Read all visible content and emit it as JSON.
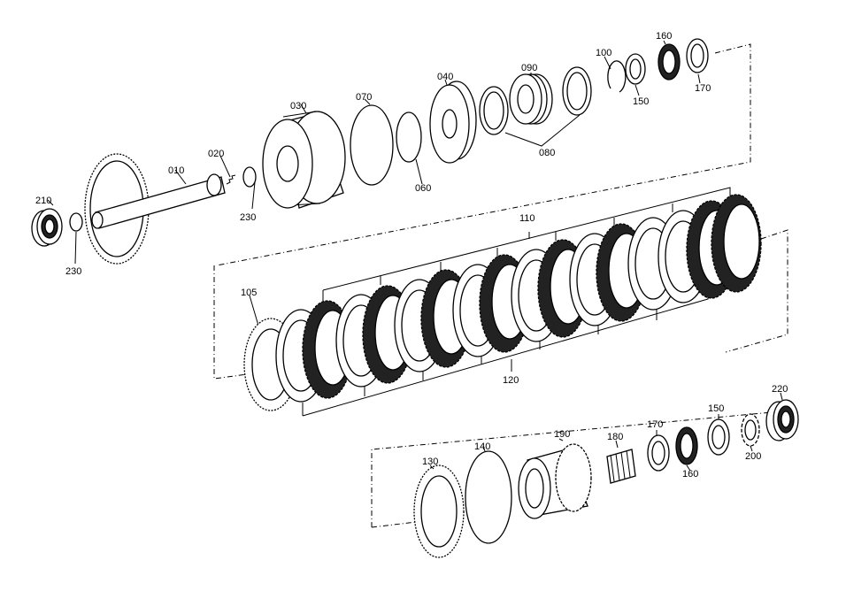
{
  "diagram": {
    "labels": {
      "p010": "010",
      "p020": "020",
      "p030": "030",
      "p040": "040",
      "p060": "060",
      "p070": "070",
      "p080": "080",
      "p090": "090",
      "p100": "100",
      "p105": "105",
      "p110": "110",
      "p120": "120",
      "p130": "130",
      "p140": "140",
      "p150a": "150",
      "p150b": "150",
      "p160a": "160",
      "p160b": "160",
      "p170a": "170",
      "p170b": "170",
      "p180": "180",
      "p190": "190",
      "p200": "200",
      "p210": "210",
      "p220": "220",
      "p230a": "230",
      "p230b": "230"
    }
  }
}
